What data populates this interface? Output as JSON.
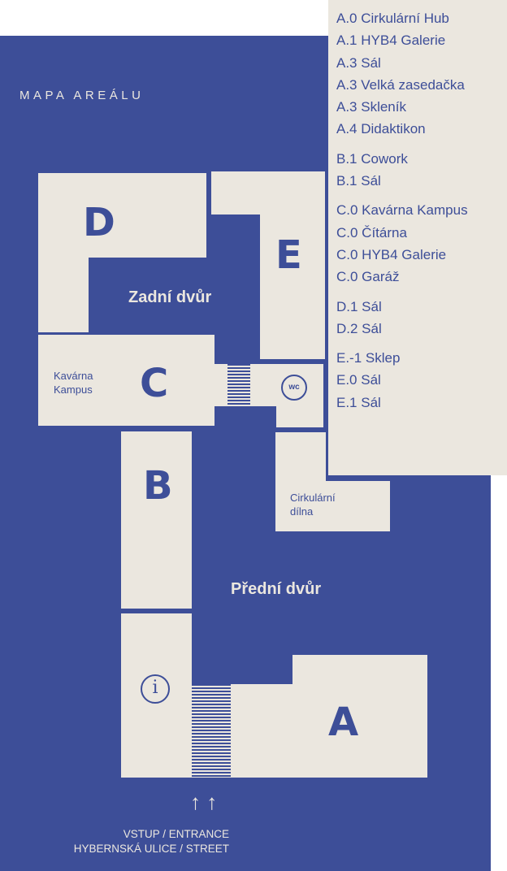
{
  "map": {
    "title": "MAPA AREÁLU",
    "buildings": {
      "a": "A",
      "b": "B",
      "c": "C",
      "d": "D",
      "e": "E"
    },
    "areas": {
      "zadni_dvur": "Zadní dvůr",
      "predni_dvur": "Přední dvůr",
      "kavarna_kampus": "Kavárna Kampus",
      "cirkularni_dilna": "Cirkulární dílna",
      "wc": "WC"
    },
    "icons": {
      "info": "info-icon",
      "wc": "wc-icon",
      "stairs": "stairs-icon",
      "arrow": "arrow-up-icon"
    },
    "entrance": {
      "arrows": "↑ ↑",
      "line1": "VSTUP / ENTRANCE",
      "line2": "HYBERNSKÁ ULICE / STREET"
    },
    "colors": {
      "background": "#3d4e98",
      "paper": "#ebe7df"
    }
  },
  "legend": [
    [
      "A.0 Cirkulární Hub",
      "A.1 HYB4 Galerie",
      "A.3 Sál",
      "A.3 Velká zasedačka",
      "A.3 Skleník",
      "A.4 Didaktikon"
    ],
    [
      "B.1 Cowork",
      "B.1 Sál"
    ],
    [
      "C.0 Kavárna Kampus",
      "C.0 Čítárna",
      "C.0 HYB4 Galerie",
      "C.0 Garáž"
    ],
    [
      "D.1 Sál",
      "D.2 Sál"
    ],
    [
      "E.-1 Sklep",
      "E.0 Sál",
      "E.1 Sál"
    ]
  ]
}
